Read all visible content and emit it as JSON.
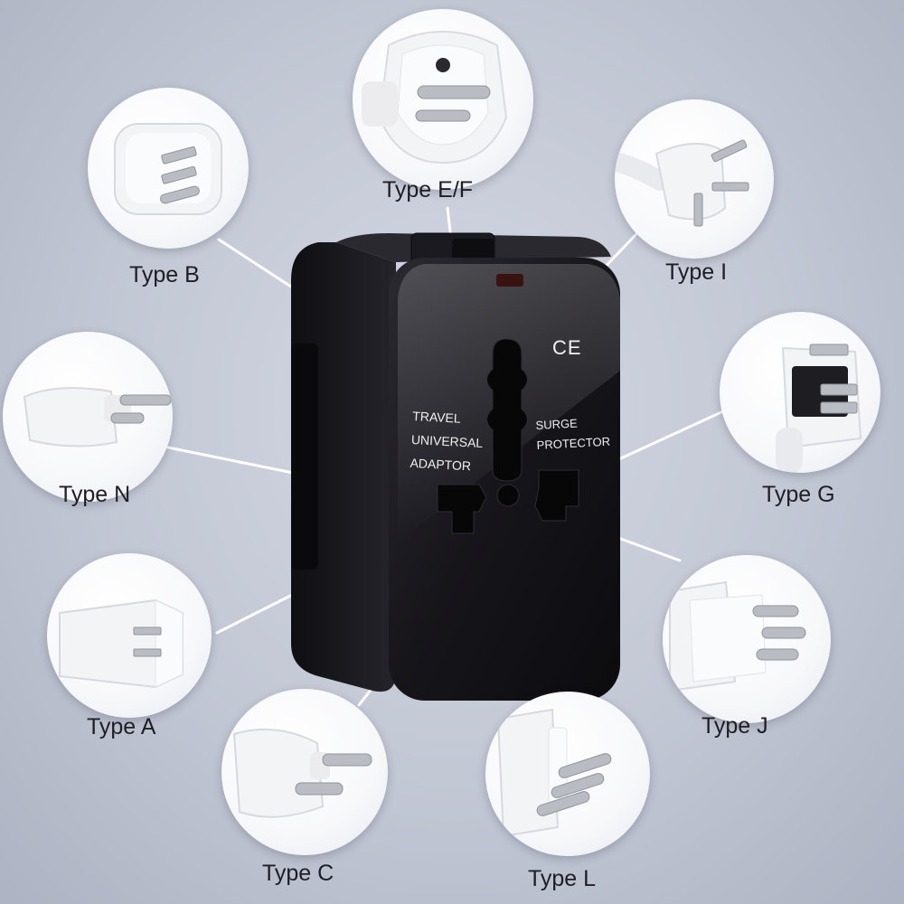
{
  "adapter": {
    "mark": "CE",
    "left_text": [
      "TRAVEL",
      "UNIVERSAL",
      "ADAPTOR"
    ],
    "right_text": [
      "SURGE",
      "PROTECTOR"
    ]
  },
  "plugs": {
    "ef": {
      "label": "Type E/F"
    },
    "b": {
      "label": "Type B"
    },
    "i": {
      "label": "Type I"
    },
    "n": {
      "label": "Type N"
    },
    "g": {
      "label": "Type G"
    },
    "a": {
      "label": "Type A"
    },
    "j": {
      "label": "Type J"
    },
    "c": {
      "label": "Type C"
    },
    "l": {
      "label": "Type L"
    }
  },
  "colors": {
    "adapter_body": "#17161b",
    "leader_line": "#ffffff",
    "plug_white": "#f4f5f7",
    "pin_metal": "#b9bcc3"
  }
}
